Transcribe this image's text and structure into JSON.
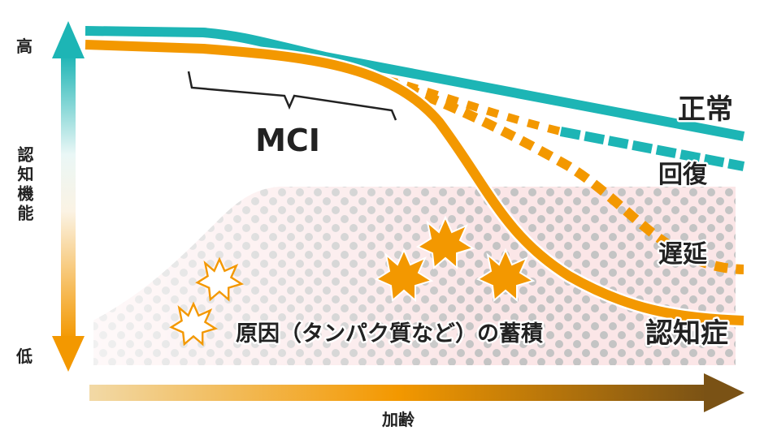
{
  "axes": {
    "y_title": "認知機能",
    "y_high": "高",
    "y_low": "低",
    "x_title": "加齢"
  },
  "curves": {
    "normal": "正常",
    "recovery": "回復",
    "delay": "遅延",
    "dementia": "認知症"
  },
  "mci_label": "MCI",
  "accumulation_label": "原因（タンパク質など）の蓄積",
  "colors": {
    "teal": "#1db5b5",
    "orange": "#f39800",
    "pink_area": "#fbe6e7",
    "dots": "#c4c4c4",
    "arrow_brown": "#8a5a10"
  }
}
